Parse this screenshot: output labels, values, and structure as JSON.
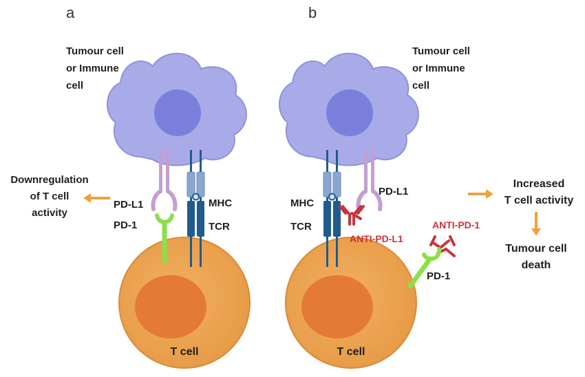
{
  "panel_a": {
    "letter": "a",
    "cell_label": [
      "Tumour cell",
      "or Immune",
      "cell"
    ],
    "outcome": [
      "Downregulation",
      "of T cell",
      "activity"
    ],
    "pdl1": "PD-L1",
    "pd1": "PD-1",
    "mhc": "MHC",
    "tcr": "TCR",
    "tcell": "T cell"
  },
  "panel_b": {
    "letter": "b",
    "cell_label": [
      "Tumour cell",
      "or Immune",
      "cell"
    ],
    "pdl1": "PD-L1",
    "mhc": "MHC",
    "tcr": "TCR",
    "anti_pdl1": "ANTI-PD-L1",
    "anti_pd1": "ANTI-PD-1",
    "pd1": "PD-1",
    "tcell": "T cell",
    "outcome1": [
      "Increased",
      "T cell activity"
    ],
    "outcome2": [
      "Tumour cell",
      "death"
    ]
  },
  "colors": {
    "tumour_cell": "#a9abe8",
    "tumour_nucleus": "#7b7fdc",
    "t_cell": "#eda552",
    "t_cell_nucleus": "#e57a34",
    "pdl1": "#c39fcf",
    "pd1": "#8be04a",
    "mhc": "#8aa7cf",
    "tcr": "#1f5b8f",
    "antibody": "#c8333a",
    "arrow": "#f0a13c"
  }
}
